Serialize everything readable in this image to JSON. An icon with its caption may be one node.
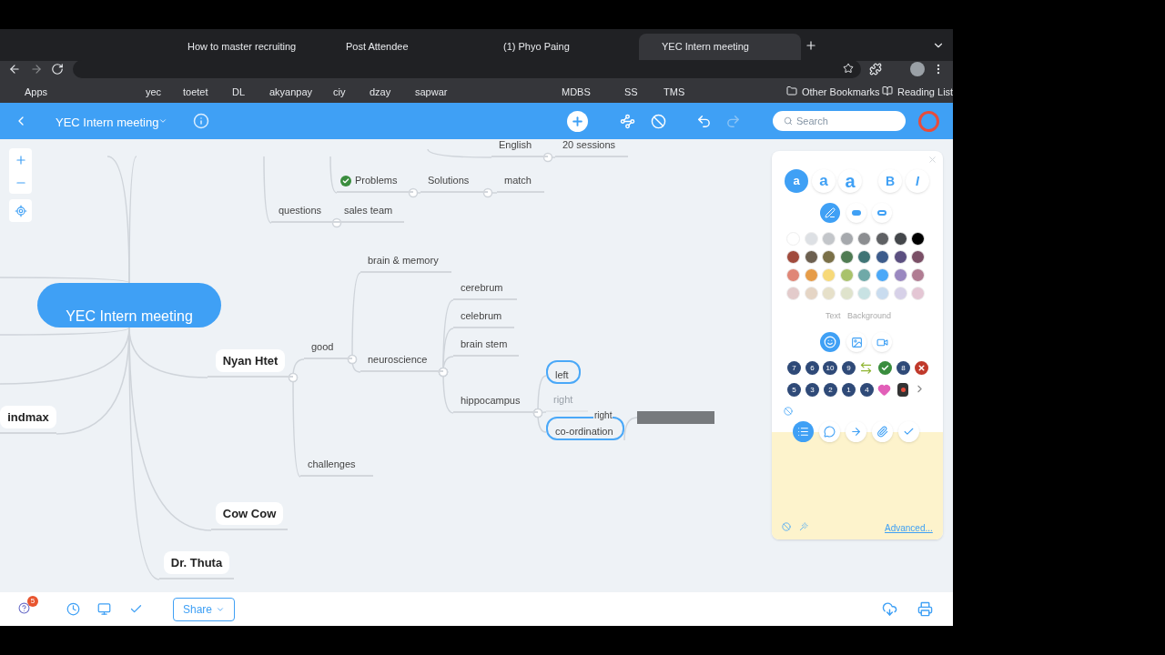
{
  "diagram": {
    "nodes": [
      {
        "text": [
          "YEC Intern meeting"
        ]
      },
      {
        "text": [
          "English"
        ]
      },
      {
        "text": [
          "20 sessions"
        ]
      },
      {
        "text": [
          "Problems"
        ]
      },
      {
        "text": [
          "Solutions"
        ]
      },
      {
        "text": [
          "match"
        ]
      },
      {
        "text": [
          "questions"
        ]
      },
      {
        "text": [
          "sales team"
        ]
      },
      {
        "text": [
          "brain & memory"
        ]
      },
      {
        "text": [
          "indmax"
        ]
      },
      {
        "text": [
          "Nyan Htet"
        ]
      },
      {
        "text": [
          "good"
        ]
      },
      {
        "text": [
          "neuroscience"
        ]
      },
      {
        "text": [
          "cerebrum"
        ]
      },
      {
        "text": [
          "celebrum"
        ]
      },
      {
        "text": [
          "brain stem"
        ]
      },
      {
        "text": [
          "hippocampus"
        ]
      },
      {
        "text": [
          "left"
        ]
      },
      {
        "text": [
          "right"
        ]
      },
      {
        "text": [
          "co-ordination"
        ]
      },
      {
        "text": [],
        "shape": "bar"
      },
      {
        "text": [
          "challenges"
        ]
      },
      {
        "text": [
          "Cow Cow"
        ]
      },
      {
        "text": [
          "Dr. Thuta"
        ]
      }
    ],
    "edges": [
      {
        "from": null,
        "to": 1,
        "arrow": "none"
      },
      {
        "from": 1,
        "to": 2,
        "arrow": "other"
      },
      {
        "from": null,
        "to": 3,
        "arrow": "none"
      },
      {
        "from": 3,
        "to": 4,
        "arrow": "other"
      },
      {
        "from": 4,
        "to": 5,
        "arrow": "other"
      },
      {
        "from": null,
        "to": 6,
        "arrow": "none"
      },
      {
        "from": 6,
        "to": 7,
        "arrow": "other"
      },
      {
        "from": 0,
        "to": null,
        "arrow": "none"
      },
      {
        "from": 0,
        "to": null,
        "arrow": "none"
      },
      {
        "from": 0,
        "to": null,
        "arrow": "none"
      },
      {
        "from": 0,
        "to": null,
        "arrow": "none"
      },
      {
        "from": 0,
        "to": null,
        "arrow": "none"
      },
      {
        "from": 0,
        "to": 9,
        "arrow": "none"
      },
      {
        "from": 0,
        "to": 10,
        "arrow": "none"
      },
      {
        "from": 10,
        "to": 11,
        "arrow": "other"
      },
      {
        "from": 11,
        "to": 8,
        "arrow": "other"
      },
      {
        "from": 11,
        "to": 12,
        "arrow": "other"
      },
      {
        "from": 12,
        "to": 13,
        "arrow": "other"
      },
      {
        "from": 12,
        "to": 14,
        "arrow": "other"
      },
      {
        "from": 12,
        "to": 15,
        "arrow": "other"
      },
      {
        "from": 12,
        "to": 16,
        "arrow": "other"
      },
      {
        "from": 16,
        "to": 17,
        "arrow": "other"
      },
      {
        "from": 16,
        "to": 18,
        "arrow": "other"
      },
      {
        "from": 16,
        "to": 19,
        "arrow": "other"
      },
      {
        "from": 19,
        "to": 20,
        "arrow": "none"
      },
      {
        "from": 10,
        "to": 21,
        "arrow": "other"
      },
      {
        "from": 0,
        "to": 22,
        "arrow": "none"
      },
      {
        "from": 0,
        "to": 23,
        "arrow": "none"
      }
    ],
    "labels": [
      "How to master recruiting",
      "Post Attendee",
      "(1) Phyo Paing",
      "YEC Intern meeting",
      "Apps",
      "yec",
      "toetet",
      "DL",
      "akyanpay",
      "ciy",
      "dzay",
      "sapwar",
      "MDBS",
      "SS",
      "TMS",
      "Other Bookmarks",
      "Reading List",
      "YEC Intern meeting",
      "Search",
      "right",
      "a",
      "a",
      "a",
      "B",
      "I",
      "Text",
      "Background",
      "7",
      "6",
      "10",
      "9",
      "8",
      "5",
      "3",
      "2",
      "1",
      "4",
      "Advanced...",
      "5",
      "Share"
    ]
  }
}
